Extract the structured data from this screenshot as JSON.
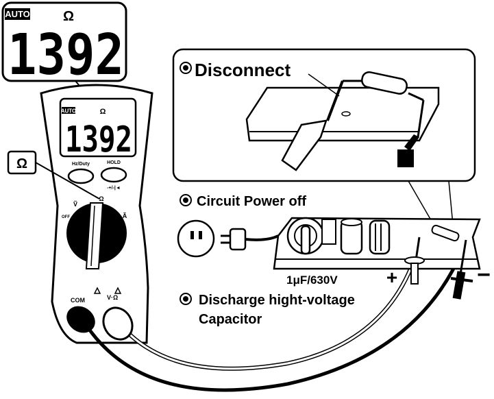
{
  "zoom_display": {
    "mode": "AUTO",
    "unit": "Ω",
    "reading": "1392"
  },
  "meter": {
    "mode": "AUTO",
    "unit": "Ω",
    "reading": "1392",
    "left_button": "Hz/Duty",
    "right_button": "HOLD",
    "right_button_sub": "-+/-|◄",
    "dial_marks": [
      "Ṽ",
      "Ω",
      "Ã",
      "OFF"
    ],
    "com_label": "COM",
    "vohm_label": "V·Ω"
  },
  "callout_ohm": "Ω",
  "steps": {
    "disconnect": "Disconnect",
    "power_off": "Circuit Power off",
    "discharge_line1": "Discharge hight-voltage",
    "discharge_line2": "Capacitor"
  },
  "capacitor_label": "1μF/630V",
  "plus_sign": "+",
  "minus_sign": "−",
  "colors": {
    "ink": "#000000",
    "paper": "#ffffff",
    "shade": "#cccccc"
  }
}
